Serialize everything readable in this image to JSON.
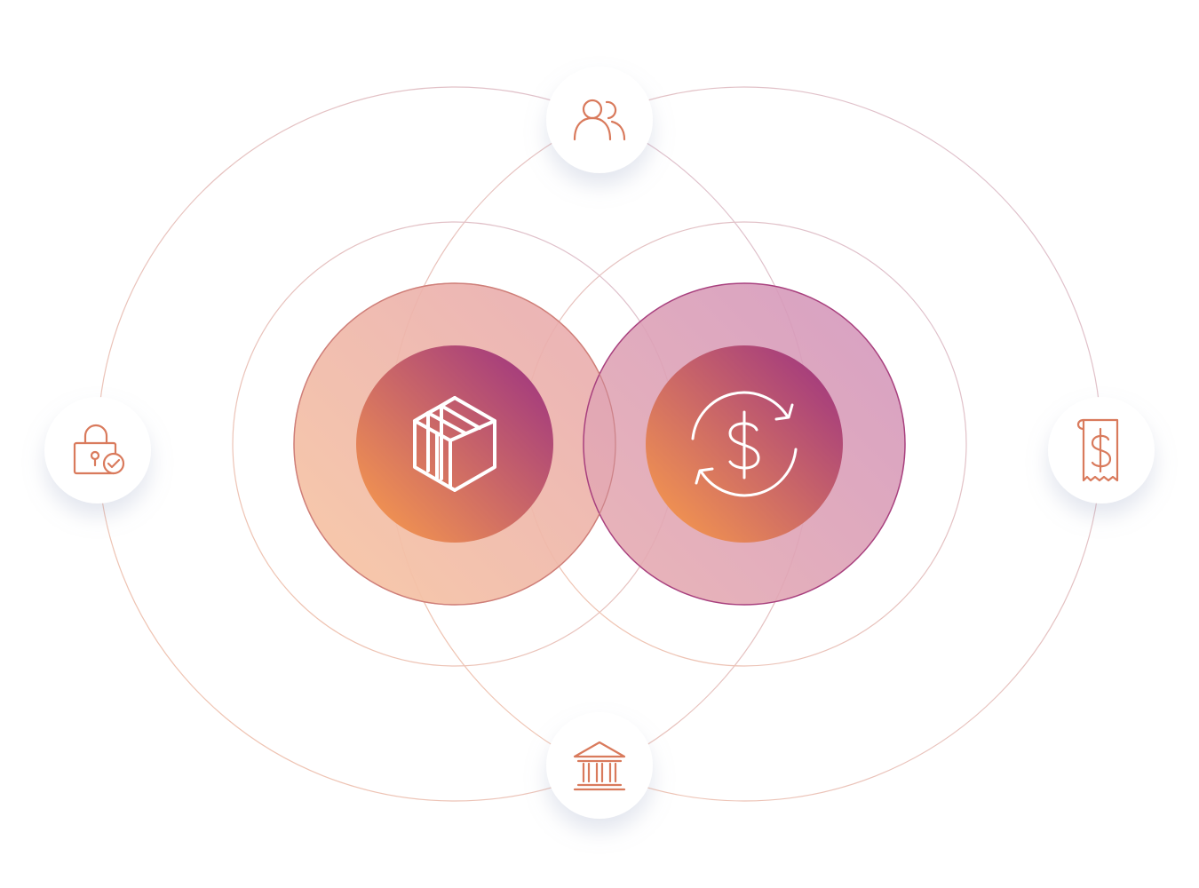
{
  "diagram": {
    "colors": {
      "background": "#ffffff",
      "icon_stroke": "#d97a5c",
      "ring_stroke_warm": "#f0c3b0",
      "ring_stroke_cool": "#e2bfc8",
      "gradient_orange": "#f29450",
      "gradient_magenta": "#a33a7e",
      "node_fill": "#ffffff",
      "center_icon": "#ffffff"
    },
    "hubs": [
      {
        "name": "hub-left",
        "icon": "cube-layers-icon"
      },
      {
        "name": "hub-right",
        "icon": "dollar-refresh-icon"
      }
    ],
    "nodes": [
      {
        "name": "node-top",
        "icon": "users-icon"
      },
      {
        "name": "node-left",
        "icon": "lock-check-icon"
      },
      {
        "name": "node-right",
        "icon": "receipt-dollar-icon"
      },
      {
        "name": "node-bottom",
        "icon": "bank-icon"
      }
    ]
  }
}
